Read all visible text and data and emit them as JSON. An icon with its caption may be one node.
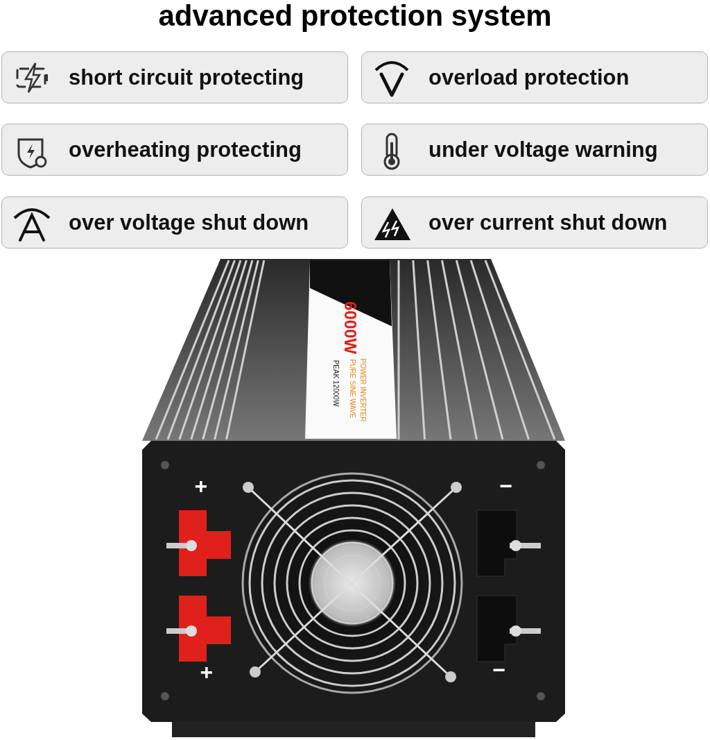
{
  "diagram": {
    "title": "advanced protection system",
    "nodes": [
      {
        "text": [
          "short circuit protecting"
        ]
      },
      {
        "text": [
          "overload protection"
        ]
      },
      {
        "text": [
          "overheating protecting"
        ]
      },
      {
        "text": [
          "under voltage warning"
        ]
      },
      {
        "text": [
          "over voltage shut down"
        ]
      },
      {
        "text": [
          "over current shut down"
        ]
      }
    ],
    "edges": [],
    "labels": [
      "6000W",
      "POWER INVERTER",
      "PURE SINE WAVE",
      "PEAK 12000W",
      "+",
      "−",
      "+",
      "−"
    ]
  }
}
